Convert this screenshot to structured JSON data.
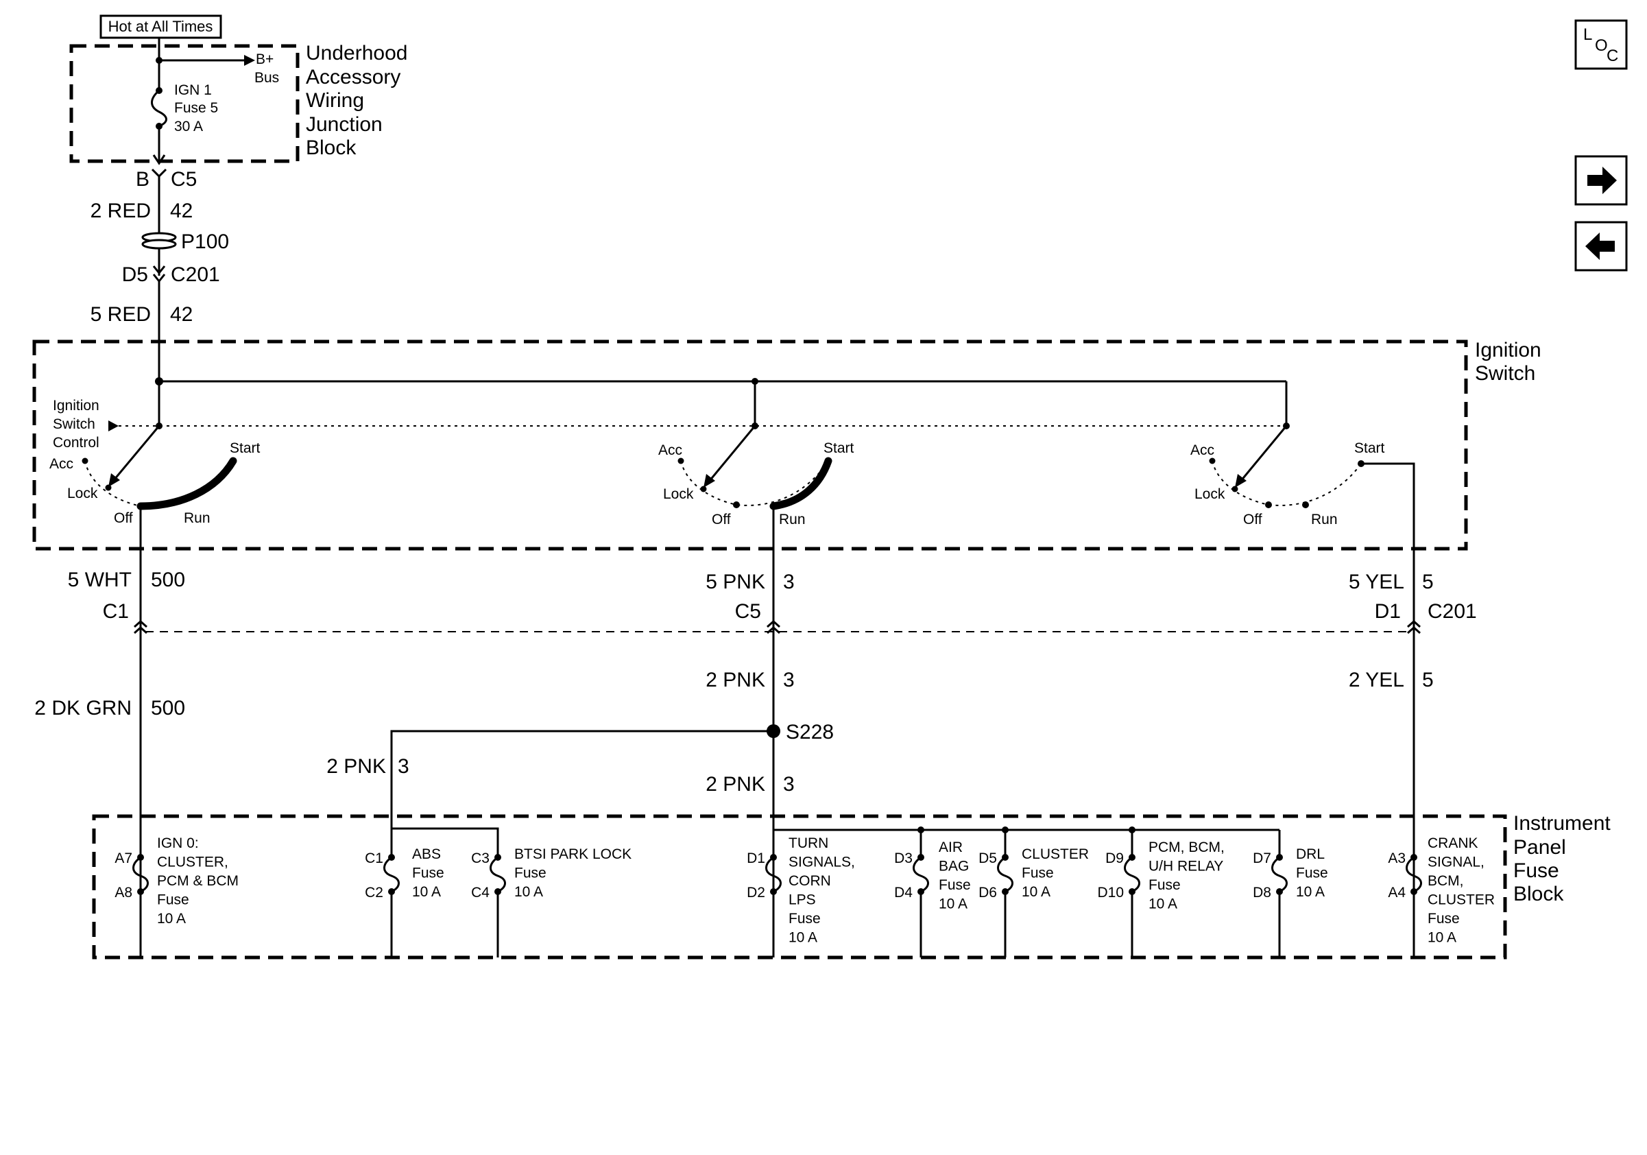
{
  "hot_at_all_times": "Hot at All Times",
  "underhood": {
    "lines": [
      "Underhood",
      "Accessory",
      "Wiring",
      "Junction",
      "Block"
    ],
    "b_plus": "B+",
    "bus": "Bus",
    "fuse_lines": [
      "IGN 1",
      "Fuse 5",
      "30 A"
    ]
  },
  "top_wiring": {
    "connector_b": "B",
    "connector_c5": "C5",
    "wire1_color": "2 RED",
    "wire1_circuit": "42",
    "splice_p100": "P100",
    "conn_d5": "D5",
    "conn_c201": "C201",
    "wire2_color": "5 RED",
    "wire2_circuit": "42"
  },
  "ignition_switch": {
    "title_lines": [
      "Ignition",
      "Switch"
    ],
    "control_lines": [
      "Ignition",
      "Switch",
      "Control"
    ],
    "positions": {
      "acc": "Acc",
      "lock": "Lock",
      "off": "Off",
      "run": "Run",
      "start": "Start"
    }
  },
  "outputs": {
    "left": {
      "color": "5 WHT",
      "circuit": "500",
      "connector": "C1"
    },
    "middle": {
      "color": "5 PNK",
      "circuit": "3",
      "connector": "C5"
    },
    "right": {
      "color": "5 YEL",
      "circuit": "5",
      "connector": "D1",
      "connector2": "C201"
    }
  },
  "lower_wiring": {
    "left": {
      "color": "2 DK GRN",
      "circuit": "500"
    },
    "middle": {
      "color": "2 PNK",
      "circuit": "3"
    },
    "right": {
      "color": "2 YEL",
      "circuit": "5"
    },
    "splice": "S228",
    "branch_left": {
      "color": "2 PNK",
      "circuit": "3"
    },
    "branch_down": {
      "color": "2 PNK",
      "circuit": "3"
    }
  },
  "fuse_block": {
    "title_lines": [
      "Instrument",
      "Panel",
      "Fuse",
      "Block"
    ],
    "fuses": [
      {
        "pin_top": "A7",
        "pin_bottom": "A8",
        "lines": [
          "IGN 0:",
          "CLUSTER,",
          "PCM & BCM",
          "Fuse",
          "10 A"
        ]
      },
      {
        "pin_top": "C1",
        "pin_bottom": "C2",
        "lines": [
          "ABS",
          "Fuse",
          "10 A"
        ]
      },
      {
        "pin_top": "C3",
        "pin_bottom": "C4",
        "lines": [
          "BTSI PARK LOCK",
          "Fuse",
          "10 A"
        ]
      },
      {
        "pin_top": "D1",
        "pin_bottom": "D2",
        "lines": [
          "TURN",
          "SIGNALS,",
          "CORN",
          "LPS",
          "Fuse",
          "10 A"
        ]
      },
      {
        "pin_top": "D3",
        "pin_bottom": "D4",
        "lines": [
          "AIR",
          "BAG",
          "Fuse",
          "10 A"
        ]
      },
      {
        "pin_top": "D5",
        "pin_bottom": "D6",
        "lines": [
          "CLUSTER",
          "Fuse",
          "10 A"
        ]
      },
      {
        "pin_top": "D9",
        "pin_bottom": "D10",
        "lines": [
          "PCM, BCM,",
          "U/H RELAY",
          "Fuse",
          "10 A"
        ]
      },
      {
        "pin_top": "D7",
        "pin_bottom": "D8",
        "lines": [
          "DRL",
          "Fuse",
          "10 A"
        ]
      },
      {
        "pin_top": "A3",
        "pin_bottom": "A4",
        "lines": [
          "CRANK",
          "SIGNAL,",
          "BCM,",
          "CLUSTER",
          "Fuse",
          "10 A"
        ]
      }
    ]
  },
  "nav": {
    "loc_l": "L",
    "loc_o": "O",
    "loc_c": "C",
    "next_icon": "arrow-right-icon",
    "prev_icon": "arrow-left-icon"
  }
}
